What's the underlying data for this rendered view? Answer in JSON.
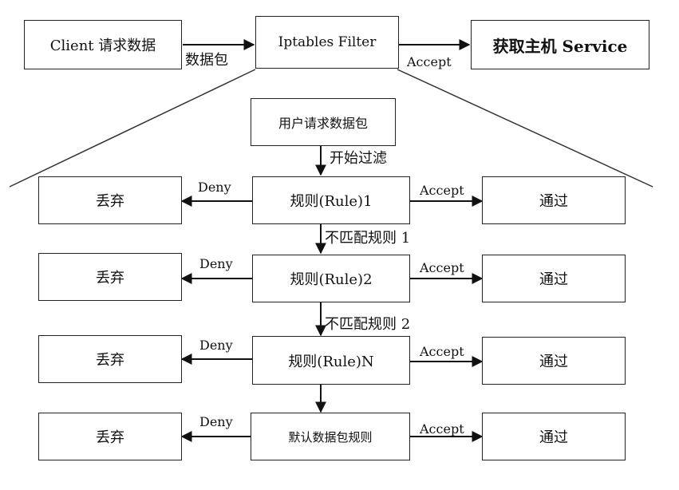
{
  "top": {
    "client": "Client 请求数据",
    "packet_label": "数据包",
    "filter": "Iptables Filter",
    "accept_label": "Accept",
    "service": "获取主机 Service"
  },
  "chain": {
    "start": "用户请求数据包",
    "start_filter": "开始过滤",
    "rules": [
      {
        "name": "规则(Rule)1",
        "deny": "Deny",
        "drop": "丢弃",
        "accept": "Accept",
        "pass": "通过",
        "next": "不匹配规则 1"
      },
      {
        "name": "规则(Rule)2",
        "deny": "Deny",
        "drop": "丢弃",
        "accept": "Accept",
        "pass": "通过",
        "next": "不匹配规则 2"
      },
      {
        "name": "规则(Rule)N",
        "deny": "Deny",
        "drop": "丢弃",
        "accept": "Accept",
        "pass": "通过"
      },
      {
        "name": "默认数据包规则",
        "deny": "Deny",
        "drop": "丢弃",
        "accept": "Accept",
        "pass": "通过"
      }
    ]
  }
}
